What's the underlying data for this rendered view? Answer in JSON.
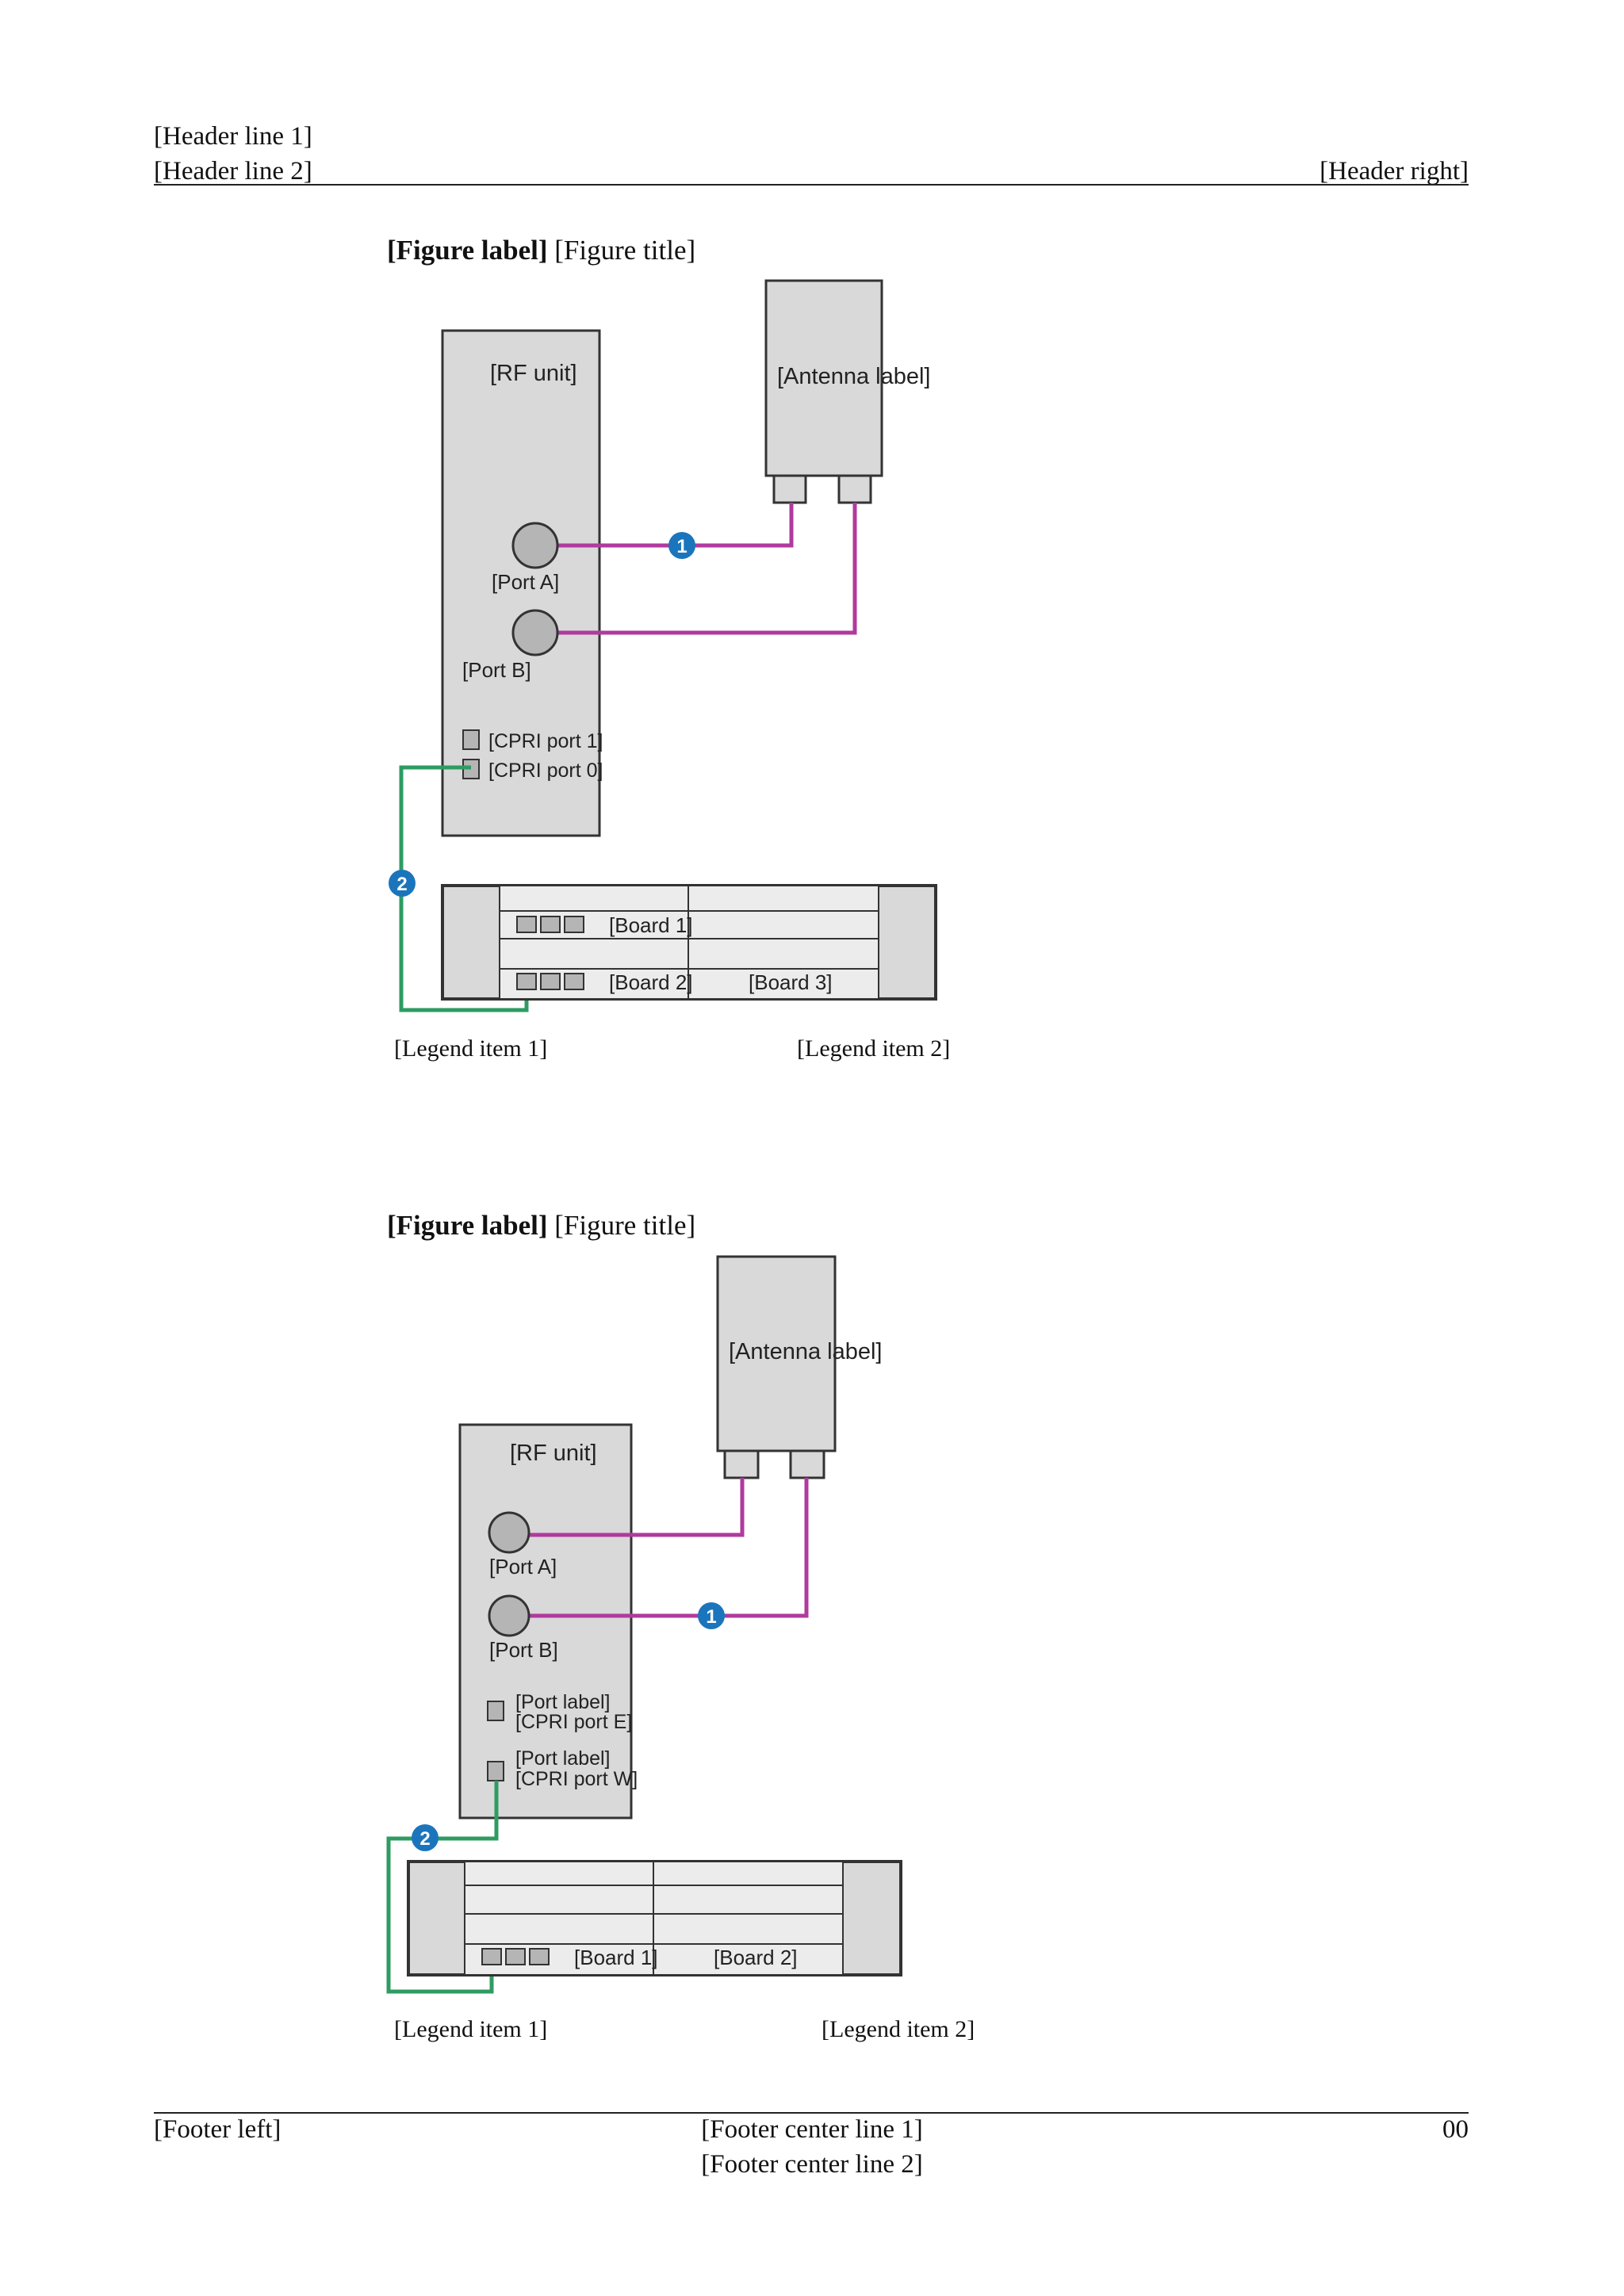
{
  "header": {
    "line1": "[Header line 1]",
    "line2": "[Header line 2]",
    "right": "[Header right]"
  },
  "figure1": {
    "label": "[Figure label]",
    "title": "[Figure title]",
    "units": {
      "rf_unit": "[RF unit]",
      "antenna": "[Antenna label]",
      "port_a": "[Port A]",
      "port_b": "[Port B]",
      "cpri1": "[CPRI port 1]",
      "cpri0": "[CPRI port 0]",
      "board1": "[Board 1]",
      "board2": "[Board 2]",
      "board3": "[Board 3]"
    },
    "callout1": "1",
    "callout2": "2",
    "legend1": "[Legend item 1]",
    "legend2": "[Legend item 2]"
  },
  "figure2": {
    "label": "[Figure label]",
    "title": "[Figure title]",
    "units": {
      "rf_unit": "[RF unit]",
      "antenna": "[Antenna label]",
      "port_a": "[Port A]",
      "port_b": "[Port B]",
      "txrx1": "[Port label]",
      "cpri_e": "[CPRI port E]",
      "txrx2": "[Port label]",
      "cpri_w": "[CPRI port W]",
      "board1": "[Board 1]",
      "board2": "[Board 2]"
    },
    "callout1": "1",
    "callout2": "2",
    "legend1": "[Legend item 1]",
    "legend2": "[Legend item 2]"
  },
  "footer": {
    "issue": "[Footer left]",
    "line1": "[Footer center line 1]",
    "line2": "[Footer center line 2]",
    "page": "00"
  },
  "colors": {
    "rf_jumper": "#b03a9e",
    "cpri_cable": "#2e9c62",
    "callout": "#1b75bc",
    "unit_fill": "#d9d9d9"
  }
}
